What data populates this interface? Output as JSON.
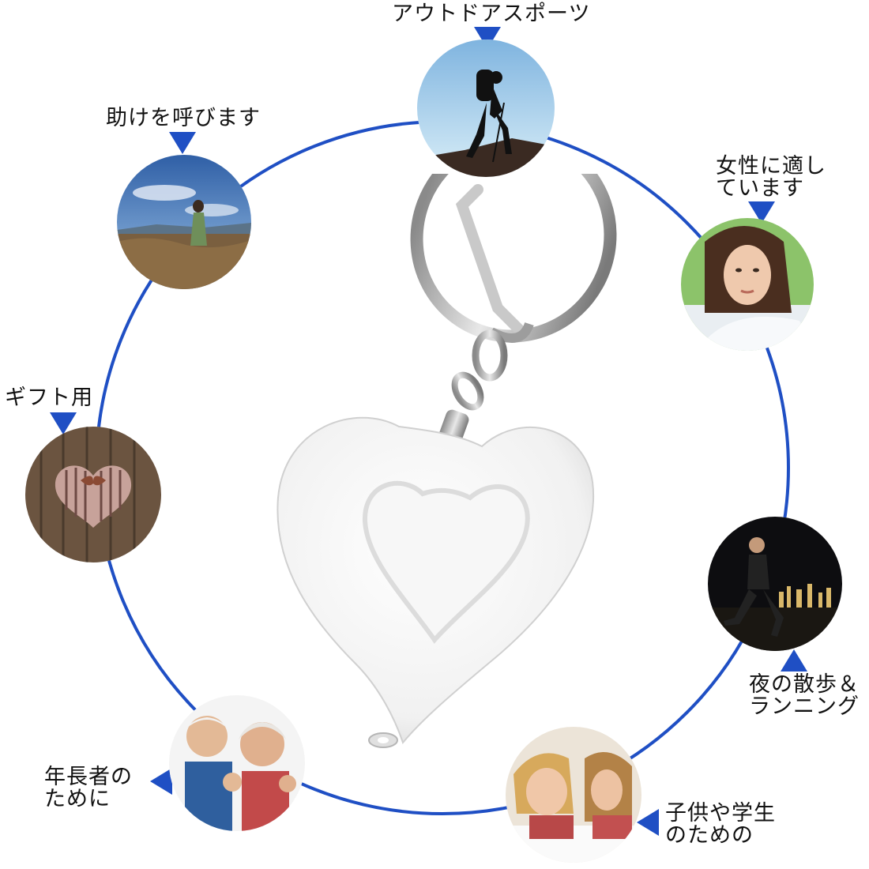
{
  "accent_color": "#1f4fc4",
  "ring_color": "#1f4fc4",
  "product": {
    "icon": "heart-keychain-alarm",
    "color": "#f2f2f2"
  },
  "uses": [
    {
      "id": "outdoor",
      "lines": [
        "アウトドアスポーツ"
      ],
      "icon": "hiker-photo"
    },
    {
      "id": "help",
      "lines": [
        "助けを呼びます"
      ],
      "icon": "woman-field-photo"
    },
    {
      "id": "women",
      "lines": [
        "女性に適し",
        "ています"
      ],
      "icon": "woman-portrait-photo"
    },
    {
      "id": "gift",
      "lines": [
        "ギフト用"
      ],
      "icon": "heart-gift-box-photo"
    },
    {
      "id": "night",
      "lines": [
        "夜の散歩＆",
        "ランニング"
      ],
      "icon": "night-runner-photo"
    },
    {
      "id": "elderly",
      "lines": [
        "年長者の",
        "ために"
      ],
      "icon": "elderly-couple-photo"
    },
    {
      "id": "kids",
      "lines": [
        "子供や学生",
        "のための"
      ],
      "icon": "children-studying-photo"
    }
  ]
}
